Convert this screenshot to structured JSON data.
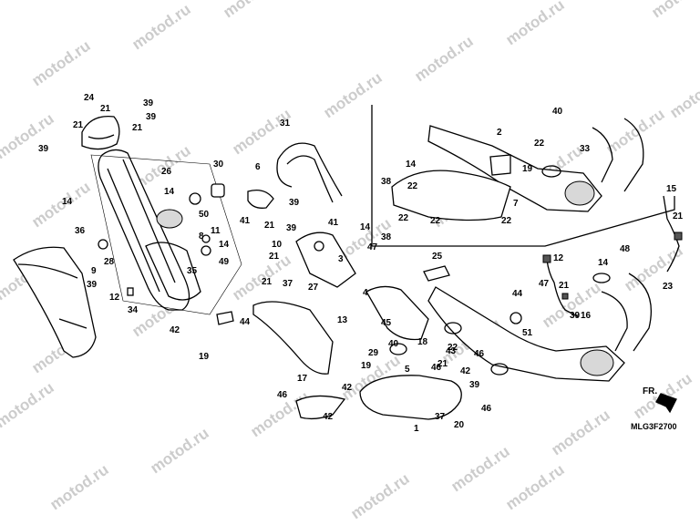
{
  "watermark": "motod.ru",
  "diagram_code": "MLG3F2700",
  "front_marker": "FR.",
  "callouts": [
    "24",
    "39",
    "21",
    "39",
    "21",
    "21",
    "39",
    "31",
    "40",
    "2",
    "22",
    "33",
    "19",
    "14",
    "26",
    "30",
    "6",
    "22",
    "38",
    "14",
    "14",
    "50",
    "41",
    "39",
    "21",
    "41",
    "22",
    "7",
    "22",
    "22",
    "36",
    "11",
    "8",
    "39",
    "14",
    "38",
    "10",
    "28",
    "49",
    "14",
    "25",
    "21",
    "3",
    "35",
    "47",
    "15",
    "21",
    "9",
    "39",
    "21",
    "13",
    "37",
    "34",
    "12",
    "12",
    "14",
    "48",
    "27",
    "47",
    "44",
    "21",
    "39",
    "23",
    "4",
    "44",
    "45",
    "16",
    "51",
    "42",
    "19",
    "40",
    "18",
    "43",
    "29",
    "42",
    "46",
    "19",
    "46",
    "22",
    "5",
    "17",
    "39",
    "46",
    "42",
    "21",
    "46",
    "42",
    "37",
    "1",
    "20"
  ]
}
